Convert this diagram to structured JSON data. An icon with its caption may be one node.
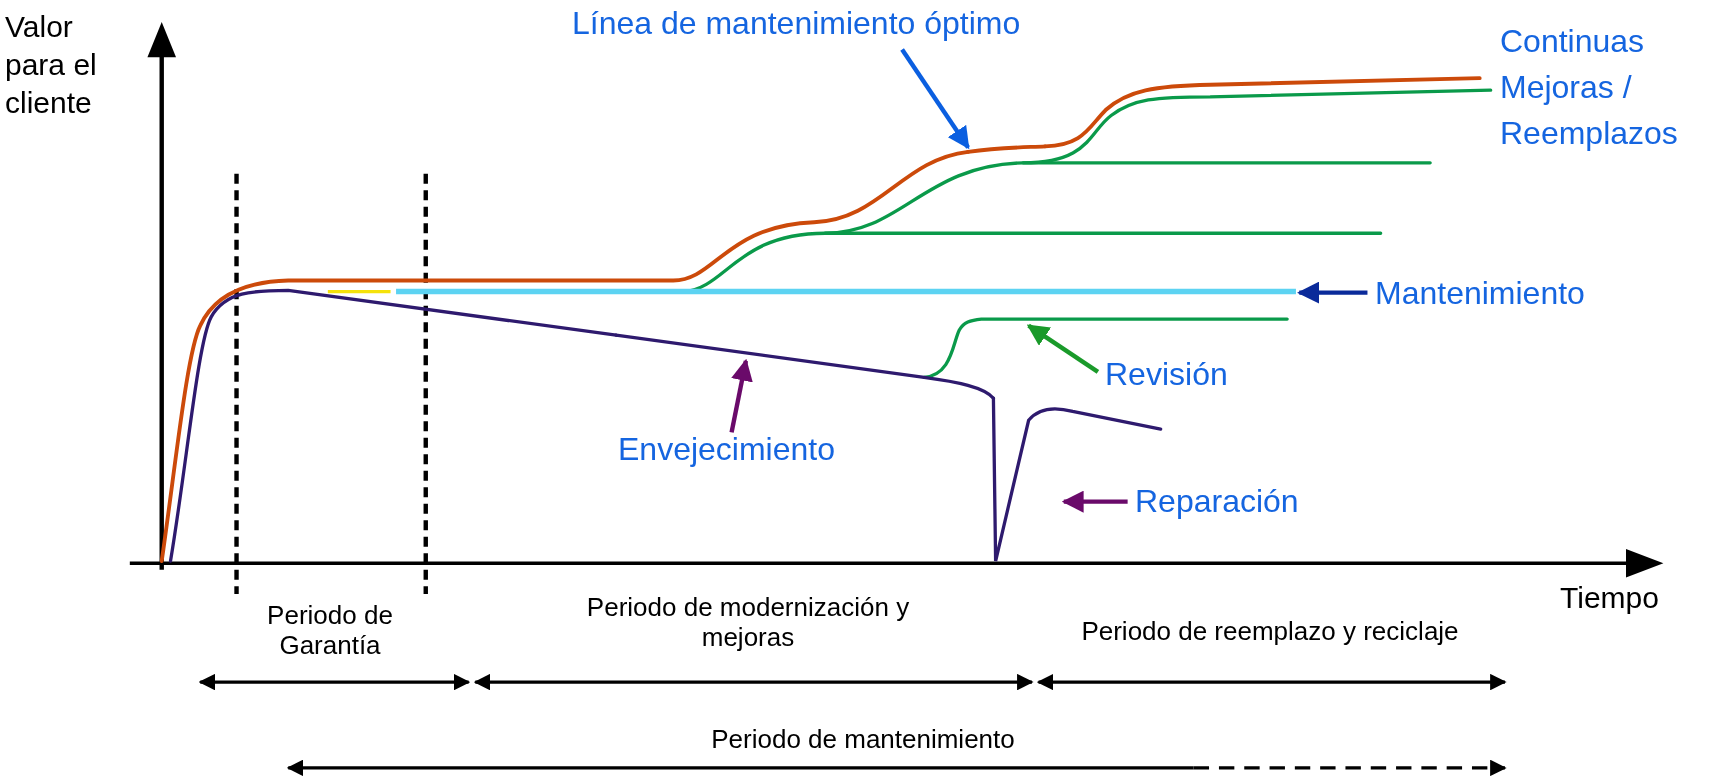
{
  "diagram": {
    "nodes": [
      {
        "text": [
          "Línea de mantenimiento óptimo"
        ]
      },
      {
        "text": [],
        "shape": "curve"
      },
      {
        "text": [
          "Mantenimiento"
        ]
      },
      {
        "text": [],
        "shape": "line"
      },
      {
        "text": [
          "Revisión"
        ]
      },
      {
        "text": [],
        "shape": "curve"
      },
      {
        "text": [
          "Envejecimiento"
        ]
      },
      {
        "text": [],
        "shape": "curve"
      },
      {
        "text": [
          "Reparación"
        ]
      },
      {
        "text": [],
        "shape": "curve"
      }
    ],
    "edges": [
      {
        "from": 0,
        "to": 1,
        "arrow": "to",
        "color": "#0b5fe0"
      },
      {
        "from": 2,
        "to": 3,
        "arrow": "to",
        "color": "#0a2a9a"
      },
      {
        "from": 4,
        "to": 5,
        "arrow": "to",
        "color": "#1a9a2a"
      },
      {
        "from": 6,
        "to": 7,
        "arrow": "to",
        "color": "#6a0a6a"
      },
      {
        "from": 8,
        "to": 9,
        "arrow": "to",
        "color": "#6a0a6a"
      }
    ],
    "labels": [
      "Valor para el cliente",
      "Continuas Mejoras / Reemplazos",
      "Tiempo",
      "Periodo de Garantía",
      "Periodo de modernización y mejoras",
      "Periodo de reemplazo y reciclaje",
      "Periodo de mantenimiento"
    ]
  }
}
